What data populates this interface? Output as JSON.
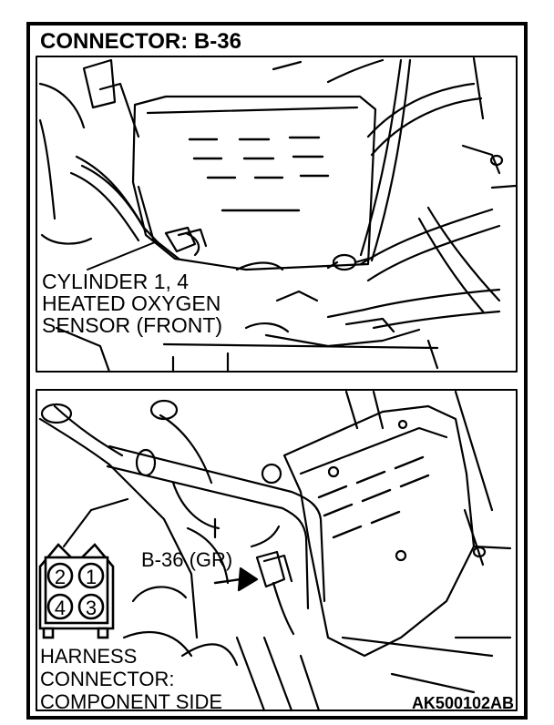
{
  "title": "CONNECTOR: B-36",
  "top_callout": {
    "line1": "CYLINDER 1, 4",
    "line2": "HEATED OXYGEN",
    "line3": "SENSOR (FRONT)"
  },
  "connector_callout": "B-36 (GR)",
  "pin_face": {
    "pins": [
      "2",
      "1",
      "4",
      "3"
    ]
  },
  "bottom_caption": {
    "line1": "HARNESS",
    "line2": "CONNECTOR:",
    "line3": "COMPONENT SIDE"
  },
  "figure_code": "AK500102AB"
}
